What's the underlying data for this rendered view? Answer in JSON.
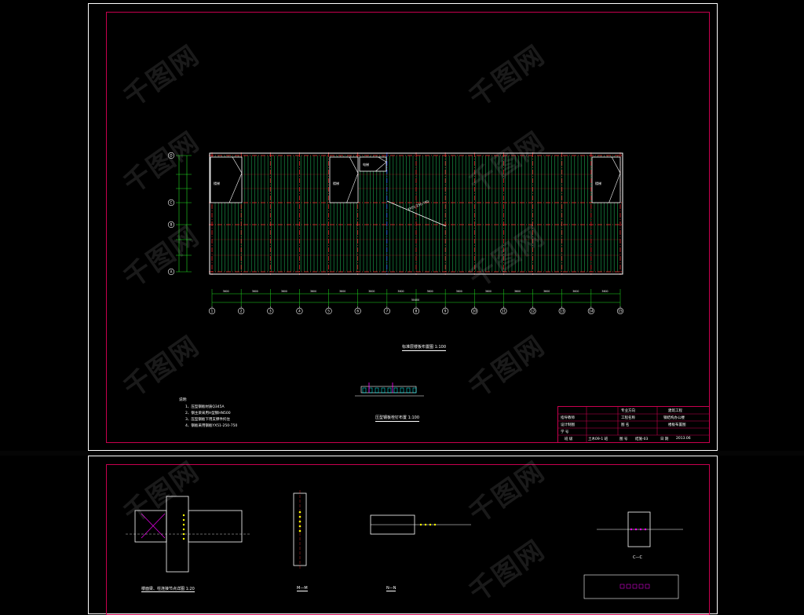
{
  "watermark": "千图网",
  "colors": {
    "frame": "#c8004e",
    "joist": "#22c55e",
    "grid": "#ff3030",
    "annotation": "#ffffff",
    "dimension": "#22dd22",
    "accent_blue": "#1e3cff",
    "cyan": "#00ffff",
    "magenta": "#ff00ff",
    "yellow": "#ffff00"
  },
  "plan": {
    "title": "标准层楼板布置图 1:100",
    "row_axes": [
      "A",
      "B",
      "C",
      "D"
    ],
    "col_axes": [
      "1",
      "2",
      "3",
      "4",
      "5",
      "6",
      "7",
      "8",
      "9",
      "10",
      "11",
      "12",
      "13",
      "14",
      "15"
    ],
    "bay_dims": [
      "3600",
      "3600",
      "3600",
      "3600",
      "3600",
      "3600",
      "3600",
      "3600",
      "3600",
      "3600",
      "3600",
      "3600",
      "3600",
      "3600"
    ],
    "total_dim": "50400",
    "room_labels": [
      "楼梯",
      "楼梯",
      "楼梯",
      "电梯"
    ],
    "diagonal_label": "YX51-250-750"
  },
  "detail": {
    "title": "压型钢板栓钉布置 1:100"
  },
  "notes": {
    "header": "说明:",
    "lines": [
      "1、压型钢板材质Q345A",
      "2、钢主梁采用H型钢HN500",
      "3、压型钢板下用支撑件托住",
      "4、钢板采用钢板YX51-250-750"
    ]
  },
  "title_block": {
    "row1": [
      "专业方向",
      "建筑工程"
    ],
    "row2": [
      "工程名称",
      "钢结构办公楼"
    ],
    "row3": [
      "图  名",
      "楼板布置图"
    ],
    "left_labels": [
      "指导教师",
      "设计制图",
      "学  号"
    ],
    "footer": [
      "班 级",
      "土木09-1 班",
      "图 号",
      "结施-03",
      "日 期",
      "2013.06"
    ]
  },
  "lower_details": {
    "labels": [
      "楼面梁、柱连接节点详图 1:20",
      "M—M",
      "N—N",
      "C—C"
    ]
  }
}
